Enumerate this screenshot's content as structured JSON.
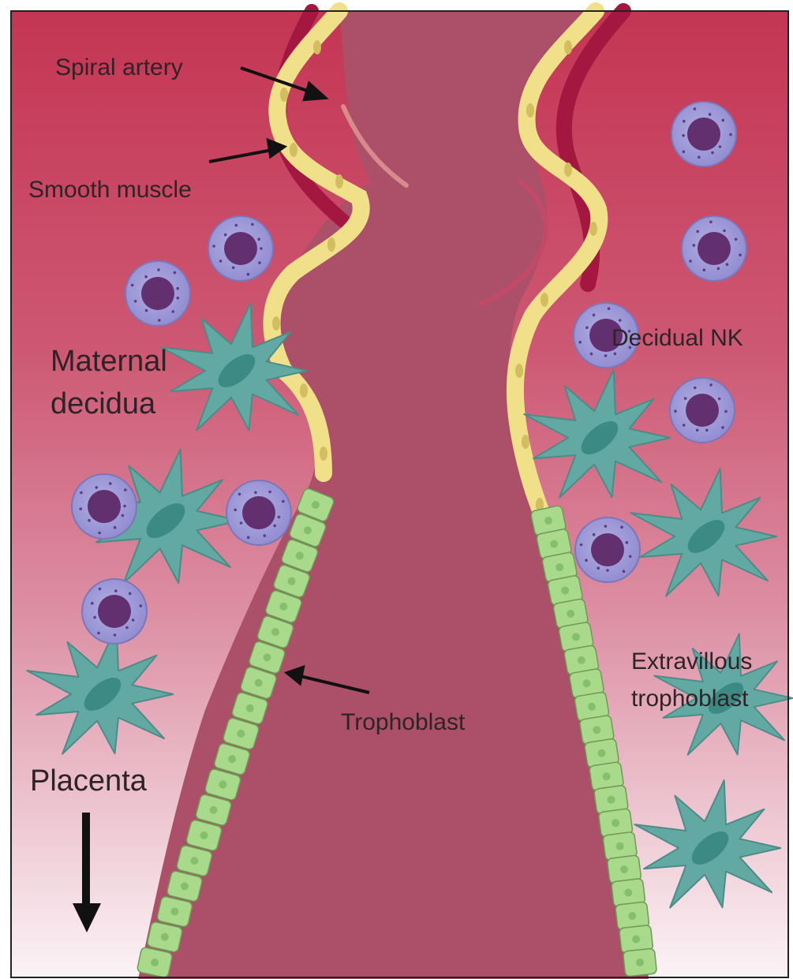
{
  "labels": {
    "spiral_artery": "Spiral artery",
    "smooth_muscle": "Smooth muscle",
    "maternal_decidua_line1": "Maternal",
    "maternal_decidua_line2": "decidua",
    "decidual_nk": "Decidual NK",
    "extravillous_line1": "Extravillous",
    "extravillous_line2": "trophoblast",
    "trophoblast": "Trophoblast",
    "placenta": "Placenta"
  },
  "colors": {
    "tissue_top": "#c43553",
    "tissue_mid": "#d4708a",
    "tissue_bottom": "#fbf3f6",
    "lumen": "#ac4f69",
    "endothelium": "#f1e08a",
    "endothelium_nucleus": "#d2bd5f",
    "smooth_muscle": "#a31740",
    "trophoblast_cell": "#a9d98b",
    "trophoblast_nucleus": "#86bf6c",
    "nk_outer": "#9e9ad6",
    "nk_nucleus": "#62306e",
    "stromal": "#62a9a3",
    "stromal_nucleus": "#3b8a83",
    "arrow": "#111111"
  }
}
